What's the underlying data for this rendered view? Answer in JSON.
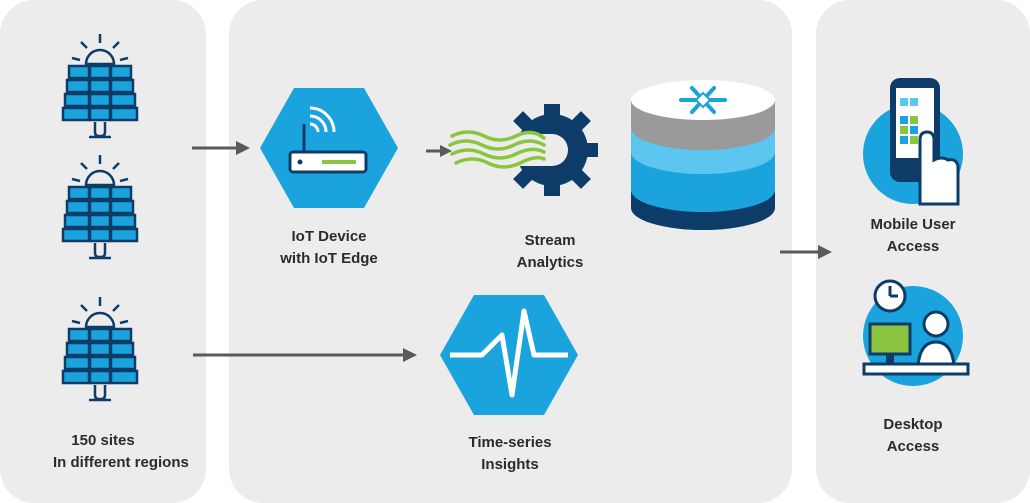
{
  "sites": {
    "line1": "150 sites",
    "line2": "In different regions"
  },
  "iot_device": {
    "line1": "IoT Device",
    "line2": "with IoT Edge"
  },
  "stream_analytics": {
    "line1": "Stream",
    "line2": "Analytics"
  },
  "time_series": {
    "line1": "Time-series",
    "line2": "Insights"
  },
  "mobile": {
    "line1": "Mobile User",
    "line2": "Access"
  },
  "desktop": {
    "line1": "Desktop",
    "line2": "Access"
  },
  "colors": {
    "blue": "#1aa3dc",
    "light_blue": "#5cc6f0",
    "navy": "#0d3c68",
    "green": "#8bc53f",
    "panel": "#ececec",
    "arrow": "#5a5a5a"
  }
}
